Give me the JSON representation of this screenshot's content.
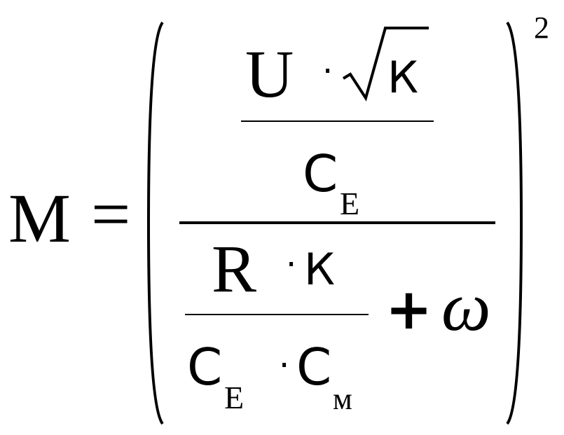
{
  "formula": {
    "lhs": "M",
    "equals": "=",
    "exponent": "2",
    "inner_numerator": {
      "numerator": {
        "symbol": "U",
        "dot": "·",
        "radicand": "К"
      },
      "denominator": {
        "symbol": "С",
        "subscript": "Е"
      }
    },
    "inner_denominator": {
      "numerator": {
        "symbol": "R",
        "dot": "·",
        "factor": "К"
      },
      "denominator": {
        "symbol1": "С",
        "subscript1": "Е",
        "dot": "·",
        "symbol2": "С",
        "subscript2": "м"
      },
      "plus": "+",
      "omega": "ω"
    }
  }
}
